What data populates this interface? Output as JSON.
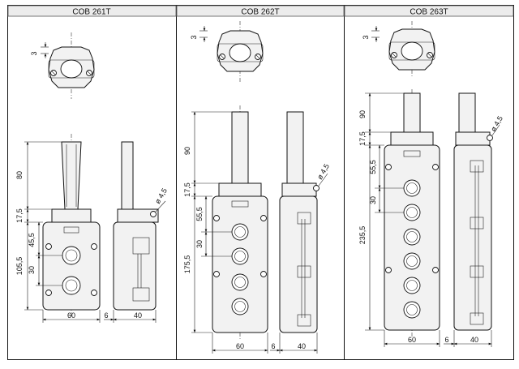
{
  "columns": [
    {
      "title": "COB 261T",
      "dims": {
        "mount_offset": "3",
        "cable_len": "80",
        "top_cap": "17,5",
        "to_first": "45,5",
        "body_len": "105,5",
        "pitch": "30",
        "width": "60",
        "gap": "6",
        "depth": "40",
        "hole": "ø 4,5"
      }
    },
    {
      "title": "COB 262T",
      "dims": {
        "mount_offset": "3",
        "cable_len": "90",
        "top_cap": "17,5",
        "to_first": "55,5",
        "body_len": "175,5",
        "pitch": "30",
        "width": "60",
        "gap": "6",
        "depth": "40",
        "hole": "ø 4,5"
      }
    },
    {
      "title": "COB 263T",
      "dims": {
        "mount_offset": "3",
        "cable_len": "90",
        "top_cap": "17,5",
        "to_first": "55,5",
        "body_len": "235,5",
        "pitch": "30",
        "width": "60",
        "gap": "6",
        "depth": "40",
        "hole": "ø 4,5"
      }
    }
  ]
}
